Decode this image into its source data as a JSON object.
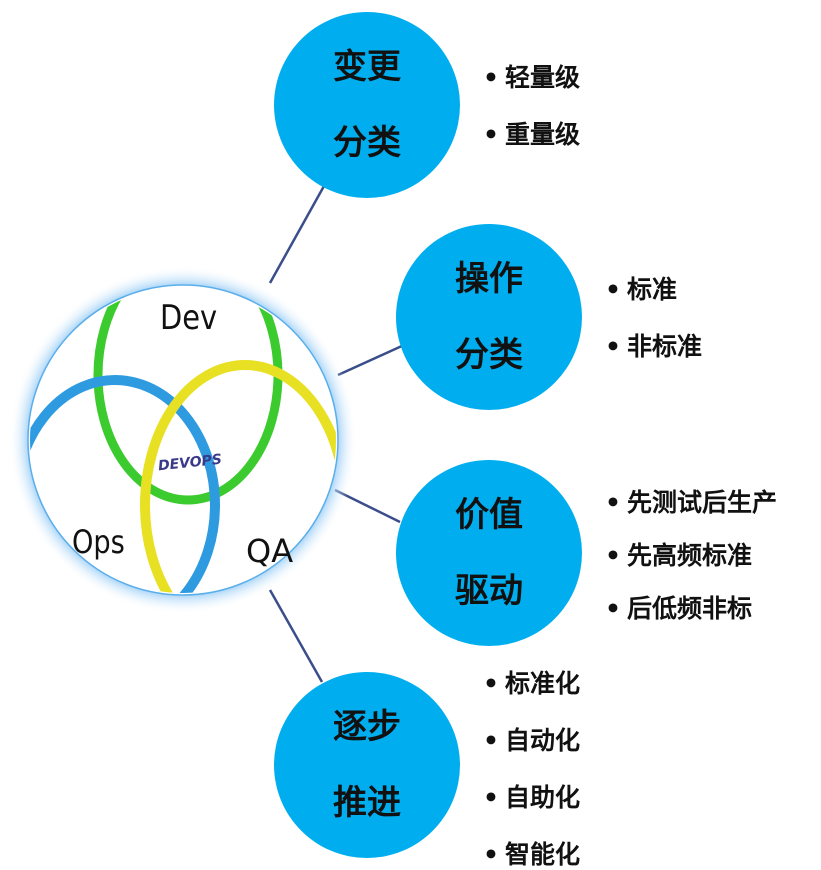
{
  "venn": {
    "dev": "Dev",
    "ops": "Ops",
    "qa": "QA",
    "center": "DEVOPS"
  },
  "nodes": [
    {
      "id": "change",
      "title_line1": "变更",
      "title_line2": "分类",
      "items": [
        "轻量级",
        "重量级"
      ]
    },
    {
      "id": "operation",
      "title_line1": "操作",
      "title_line2": "分类",
      "items": [
        "标准",
        "非标准"
      ]
    },
    {
      "id": "value",
      "title_line1": "价值",
      "title_line2": "驱动",
      "items": [
        "先测试后生产",
        "先高频标准",
        "后低频非标"
      ]
    },
    {
      "id": "progress",
      "title_line1": "逐步",
      "title_line2": "推进",
      "items": [
        "标准化",
        "自动化",
        "自助化",
        "智能化"
      ]
    }
  ],
  "colors": {
    "node_fill": "#00AEEF",
    "connector": "#3B4E8C",
    "dev_ring": "#3CCB2E",
    "ops_ring": "#2E9BE0",
    "qa_ring": "#E8E023",
    "glow": "#8FC8F5"
  }
}
